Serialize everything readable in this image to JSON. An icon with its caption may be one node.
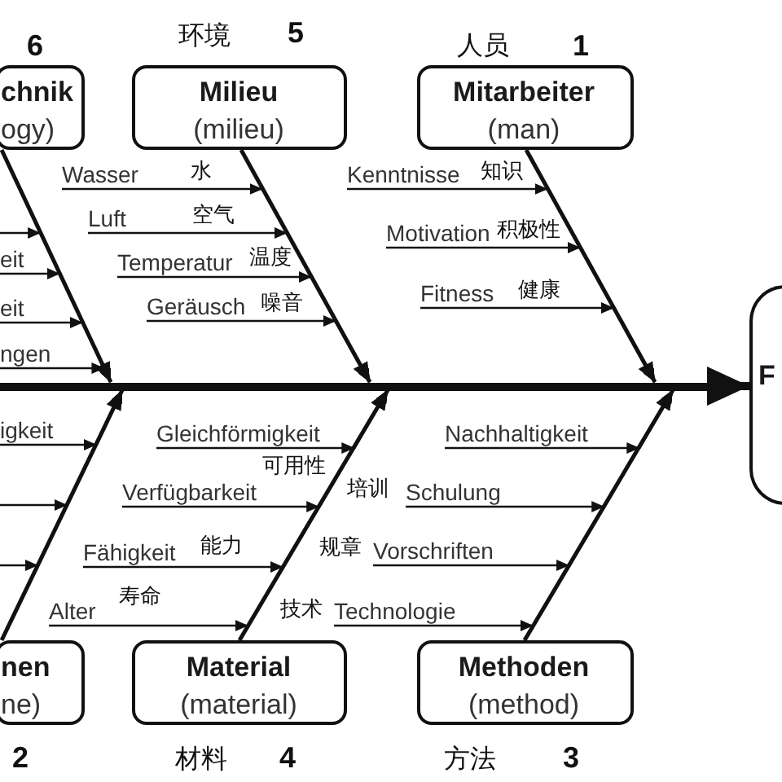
{
  "diagram": {
    "nodes": [
      {
        "text": [
          "chnik",
          "ogy)"
        ],
        "beside": [
          "6"
        ]
      },
      {
        "text": [
          "Milieu",
          "(milieu)"
        ],
        "beside": [
          "环境",
          "5"
        ]
      },
      {
        "text": [
          "Mitarbeiter",
          "(man)"
        ],
        "beside": [
          "人员",
          "1"
        ]
      },
      {
        "text": [
          "Wasser"
        ]
      },
      {
        "text": [
          "Kenntnisse"
        ]
      },
      {
        "text": [
          "Luft"
        ]
      },
      {
        "text": [
          "Motivation"
        ]
      },
      {
        "text": [
          "eit"
        ]
      },
      {
        "text": [
          "Temperatur"
        ]
      },
      {
        "text": [
          "Fitness"
        ]
      },
      {
        "text": [
          "eit"
        ]
      },
      {
        "text": [
          "Geräusch"
        ]
      },
      {
        "text": [
          "ngen"
        ]
      },
      {
        "text": [
          "F"
        ]
      },
      {
        "text": [
          "igkeit"
        ]
      },
      {
        "text": [
          "Gleichförmigkeit"
        ]
      },
      {
        "text": [
          "Nachhaltigkeit"
        ]
      },
      {
        "text": [
          "Verfügbarkeit"
        ]
      },
      {
        "text": [
          "Schulung"
        ]
      },
      {
        "text": [
          "Fähigkeit"
        ]
      },
      {
        "text": [
          "Vorschriften"
        ]
      },
      {
        "text": [
          "Alter"
        ]
      },
      {
        "text": [
          "Technologie"
        ]
      },
      {
        "text": [
          "nen",
          "ne)"
        ],
        "beside": [
          "2"
        ]
      },
      {
        "text": [
          "Material",
          "(material)"
        ],
        "beside": [
          "材料",
          "4"
        ]
      },
      {
        "text": [
          "Methoden",
          "(method)"
        ],
        "beside": [
          "方法",
          "3"
        ]
      },
      {
        "text": [],
        "shape": "bar"
      }
    ],
    "edges": [
      {
        "from": 26,
        "to": 13,
        "arrow": "to",
        "style": "thick"
      },
      {
        "from": 0,
        "to": 26,
        "arrow": "to"
      },
      {
        "from": 1,
        "to": 26,
        "arrow": "to"
      },
      {
        "from": 2,
        "to": 26,
        "arrow": "to"
      },
      {
        "from": 23,
        "to": 26,
        "arrow": "to"
      },
      {
        "from": 24,
        "to": 26,
        "arrow": "to"
      },
      {
        "from": 25,
        "to": 26,
        "arrow": "to"
      },
      {
        "from": 3,
        "to": 26,
        "arrow": "to"
      },
      {
        "from": 4,
        "to": 26,
        "arrow": "to"
      },
      {
        "from": 5,
        "to": 26,
        "arrow": "to"
      },
      {
        "from": 6,
        "to": 26,
        "arrow": "to"
      },
      {
        "from": 7,
        "to": 26,
        "arrow": "to"
      },
      {
        "from": 8,
        "to": 26,
        "arrow": "to"
      },
      {
        "from": 9,
        "to": 26,
        "arrow": "to"
      },
      {
        "from": 10,
        "to": 26,
        "arrow": "to"
      },
      {
        "from": 11,
        "to": 26,
        "arrow": "to"
      },
      {
        "from": 12,
        "to": 26,
        "arrow": "to"
      },
      {
        "from": 14,
        "to": 26,
        "arrow": "to"
      },
      {
        "from": 15,
        "to": 26,
        "arrow": "to"
      },
      {
        "from": 16,
        "to": 26,
        "arrow": "to"
      },
      {
        "from": 17,
        "to": 26,
        "arrow": "to"
      },
      {
        "from": 18,
        "to": 26,
        "arrow": "to"
      },
      {
        "from": 19,
        "to": 26,
        "arrow": "to"
      },
      {
        "from": 20,
        "to": 26,
        "arrow": "to"
      },
      {
        "from": 21,
        "to": 26,
        "arrow": "to"
      },
      {
        "from": 22,
        "to": 26,
        "arrow": "to"
      },
      {
        "from": null,
        "to": 26,
        "arrow": "to"
      },
      {
        "from": null,
        "to": 26,
        "arrow": "to"
      },
      {
        "from": null,
        "to": 26,
        "arrow": "to"
      }
    ],
    "labels": [
      "水",
      "知识",
      "空气",
      "积极性",
      "温度",
      "健康",
      "噪音",
      "可用性",
      "培训",
      "能力",
      "规章",
      "寿命",
      "技术"
    ]
  }
}
